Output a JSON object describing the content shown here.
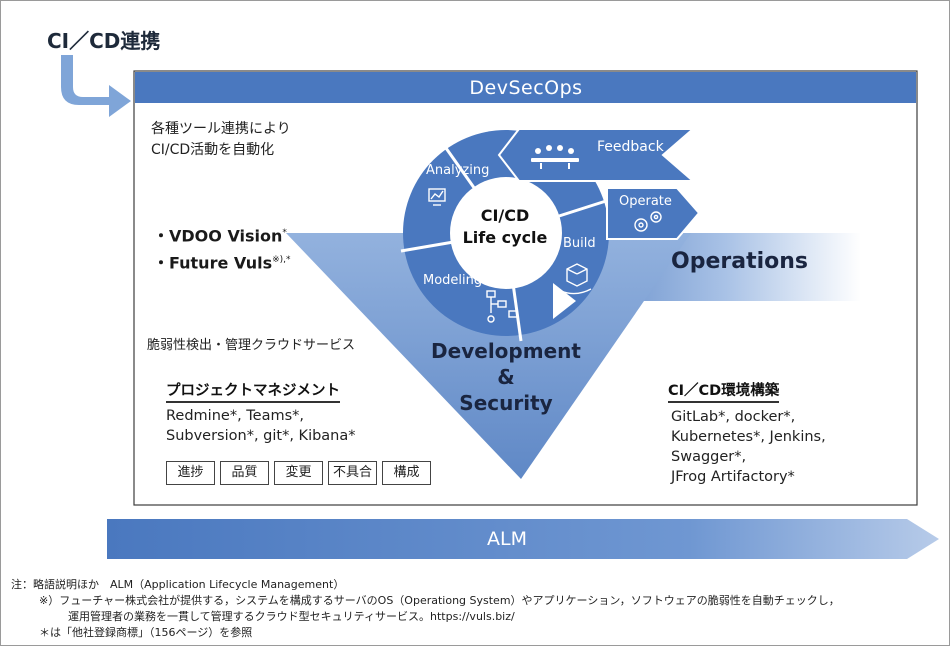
{
  "header": {
    "cicd_title": "CI／CD連携"
  },
  "devsecops": {
    "label": "DevSecOps"
  },
  "left": {
    "auto_line1": "各種ツール連携により",
    "auto_line2": "CI/CD活動を自動化",
    "product1": "・VDOO Vision",
    "product1_mark": "*",
    "product2": "・Future Vuls",
    "product2_mark": "※),*",
    "vuln_service": "脆弱性検出・管理クラウドサービス"
  },
  "project_mgmt": {
    "title": "プロジェクトマネジメント",
    "tools_line1": "Redmine*, Teams*,",
    "tools_line2": "Subversion*, git*, Kibana*",
    "tags": [
      "進捗",
      "品質",
      "変更",
      "不具合",
      "構成"
    ]
  },
  "cycle": {
    "center_line1": "CI/CD",
    "center_line2": "Life cycle",
    "segments": {
      "analyzing": "Analyzing",
      "modeling": "Modeling",
      "build": "Build",
      "operate": "Operate",
      "feedback": "Feedback"
    },
    "icons": [
      "chart-icon",
      "flowchart-icon",
      "box-hand-icon",
      "gears-icon",
      "meeting-icon"
    ]
  },
  "development": {
    "line1": "Development",
    "line2": "&",
    "line3": "Security"
  },
  "operations": {
    "label": "Operations"
  },
  "env": {
    "title": "CI／CD環境構築",
    "line1": "GitLab*, docker*,",
    "line2": "Kubernetes*, Jenkins,",
    "line3": "Swagger*,",
    "line4": "JFrog Artifactory*"
  },
  "alm": {
    "label": "ALM"
  },
  "notes": {
    "line1": "注：略語説明ほか　ALM（Application Lifecycle Management）",
    "line2": "※）フューチャー株式会社が提供する，システムを構成するサーバのOS（Operationg System）やアプリケーション，ソフトウェアの脆弱性を自動チェックし，",
    "line3": "運用管理者の業務を一貫して管理するクラウド型セキュリティサービス。https://vuls.biz/",
    "line4": "＊は「他社登録商標」（156ページ）を参照"
  },
  "colors": {
    "primary_blue": "#4a78bf",
    "light_blue": "#7ba3d8",
    "pale_blue": "#c9d8ee",
    "dark_text": "#1a2540"
  }
}
